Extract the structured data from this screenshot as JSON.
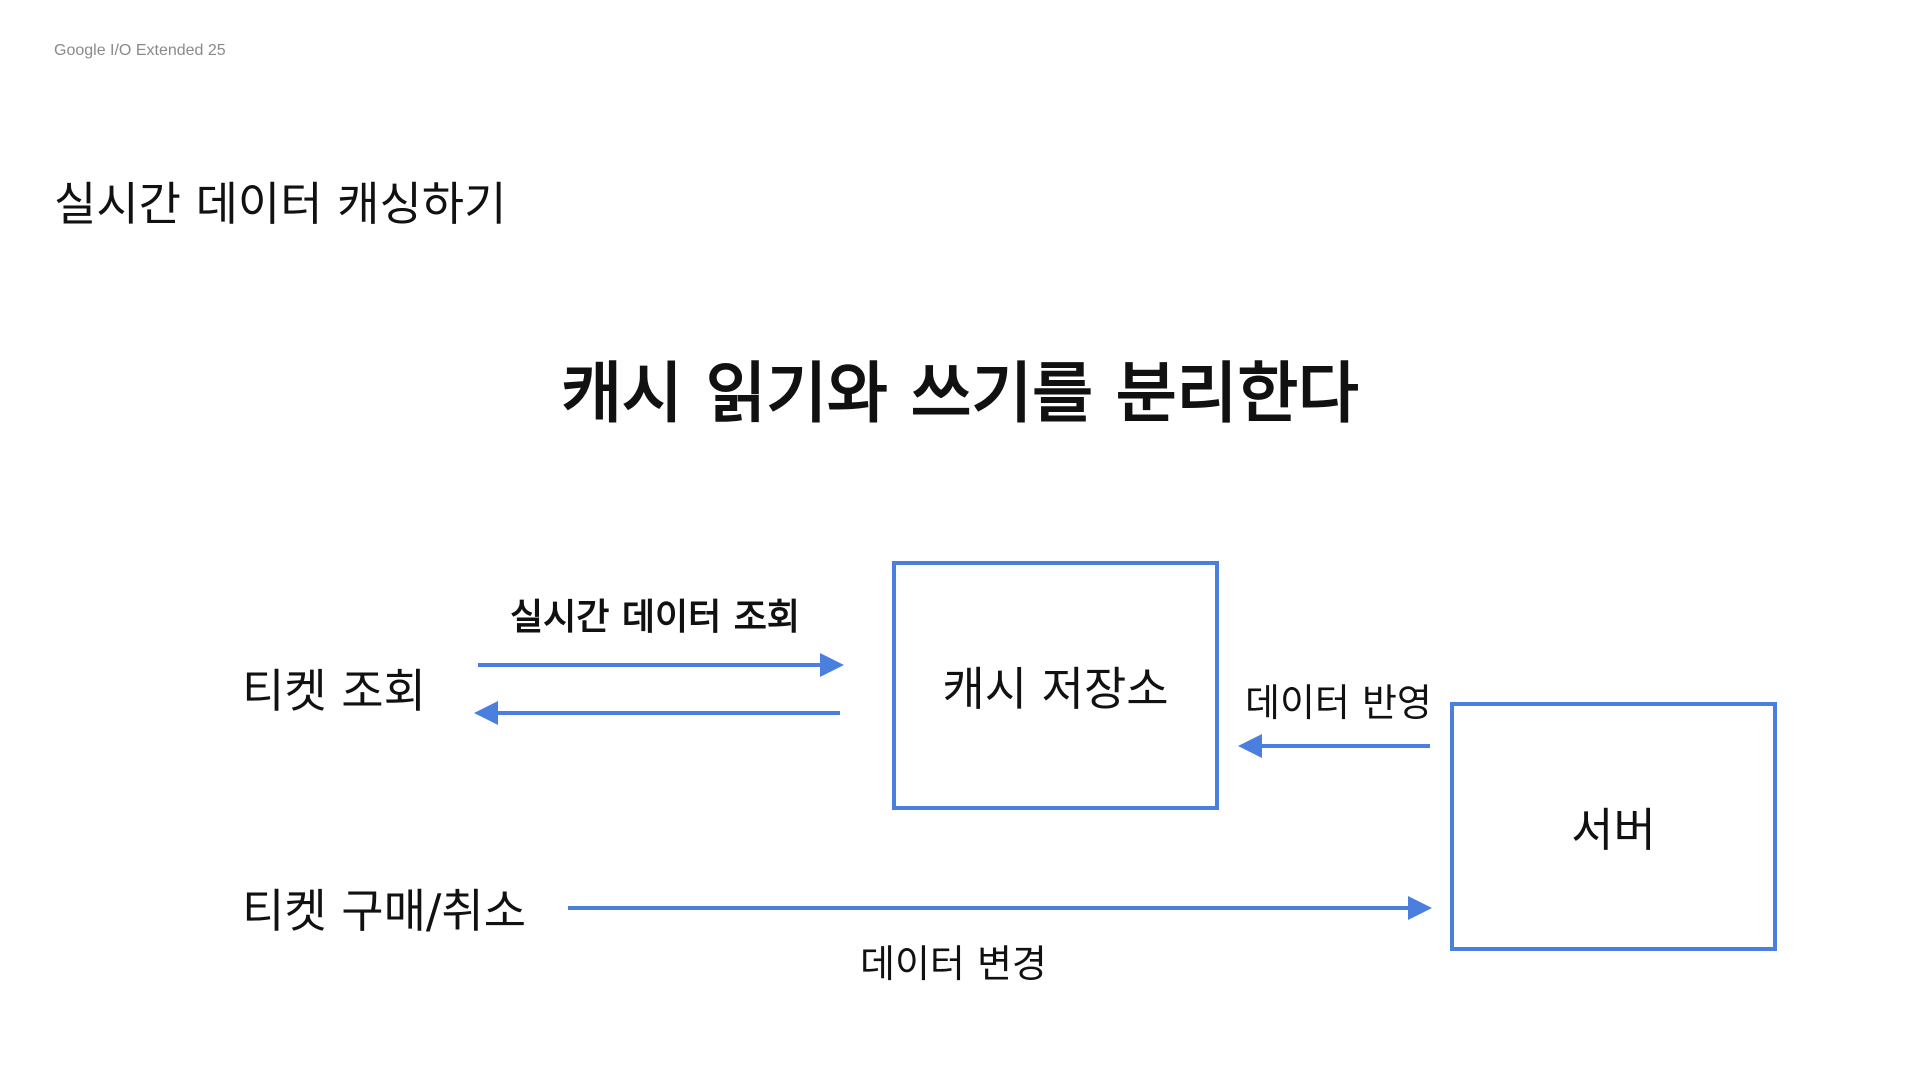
{
  "header": "Google I/O Extended 25",
  "section_title": "실시간 데이터 캐싱하기",
  "headline": "캐시 읽기와 쓰기를 분리한다",
  "diagram": {
    "nodes": {
      "client_query": "티켓 조회",
      "client_purchase": "티켓 구매/취소",
      "cache": "캐시 저장소",
      "server": "서버"
    },
    "edges": {
      "realtime_query": "실시간 데이터 조회",
      "data_sync": "데이터 반영",
      "data_change": "데이터 변경"
    },
    "arrow_color": "#4a7fe0"
  }
}
